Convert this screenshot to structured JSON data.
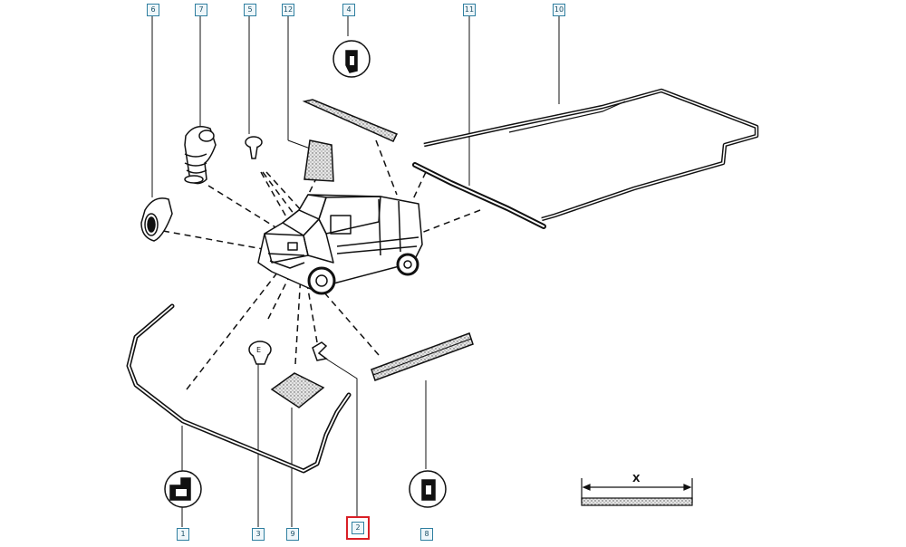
{
  "callouts": [
    {
      "id": "1",
      "label": "1"
    },
    {
      "id": "2",
      "label": "2",
      "selected": true
    },
    {
      "id": "3",
      "label": "3"
    },
    {
      "id": "4",
      "label": "4"
    },
    {
      "id": "5",
      "label": "5"
    },
    {
      "id": "6",
      "label": "6"
    },
    {
      "id": "7",
      "label": "7"
    },
    {
      "id": "8",
      "label": "8"
    },
    {
      "id": "9",
      "label": "9"
    },
    {
      "id": "10",
      "label": "10"
    },
    {
      "id": "11",
      "label": "11"
    },
    {
      "id": "12",
      "label": "12"
    }
  ],
  "dimension": {
    "label": "X"
  },
  "colors": {
    "line": "#111111",
    "callout_border": "#2f7fa0",
    "highlight": "#d91f26"
  },
  "icons": [
    "van-illustration",
    "seal-profile-icon",
    "dimension-arrow-icon"
  ]
}
